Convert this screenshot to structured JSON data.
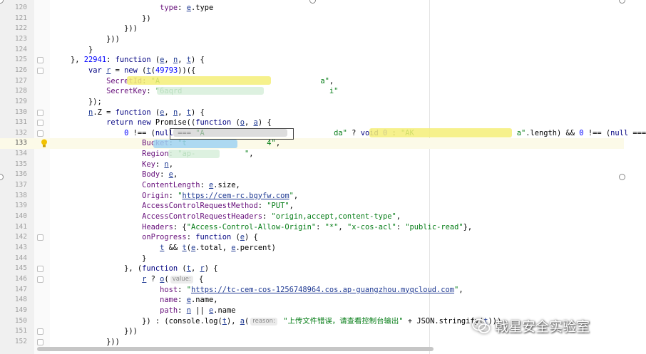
{
  "editor": {
    "lines": [
      {
        "n": "120",
        "h": "                        <span class=\"pr\">type</span>: <span class=\"lc\">e</span>.type"
      },
      {
        "n": "121",
        "h": "                    })"
      },
      {
        "n": "122",
        "h": "                }))"
      },
      {
        "n": "123",
        "h": "            }))"
      },
      {
        "n": "124",
        "h": "        }"
      },
      {
        "n": "125",
        "h": "    }, <span class=\"num\">22941</span>: <span class=\"kw\">function</span> (<span class=\"lc\">e</span>, <span class=\"lc\">n</span>, <span class=\"lc\">t</span>) {"
      },
      {
        "n": "126",
        "h": "        <span class=\"kw\">var</span> <span class=\"lc\">r</span> = <span class=\"kw\">new</span> (<span class=\"lc\">t</span>(<span class=\"num\">49793</span>))({"
      },
      {
        "n": "127",
        "h": "            <span class=\"pr\">SecretId</span>: <span class=\"str\">\"A                                    a\"</span>,"
      },
      {
        "n": "128",
        "h": "            <span class=\"pr\">SecretKey</span>: <span class=\"str\">\"6aqrd                                 i\"</span>"
      },
      {
        "n": "129",
        "h": "        });"
      },
      {
        "n": "130",
        "h": "        <span class=\"lc\">n</span>.Z = <span class=\"kw\">function</span> (<span class=\"lc\">e</span>, <span class=\"lc\">n</span>, <span class=\"lc\">t</span>) {"
      },
      {
        "n": "131",
        "h": "            <span class=\"kw\">return new</span> Promise((<span class=\"kw\">function</span> (<span class=\"lc\">o</span>, <span class=\"lc\">a</span>) {"
      },
      {
        "n": "132",
        "h": "                <span class=\"num\">0</span> !== (<span class=\"kw\">null</span> === <span class=\"str\">\"A                             da\"</span> ? <span class=\"kw\">void</span> <span class=\"num\">0</span> : <span class=\"str\">\"AK                       a\"</span>.length) && <span class=\"num\">0</span> !== (<span class=\"kw\">null</span> ==="
      },
      {
        "n": "133",
        "h": "                    <span class=\"pr\">Bucket</span>: <span class=\"str\">\"t                  4\"</span>,"
      },
      {
        "n": "134",
        "h": "                    <span class=\"pr\">Region</span>: <span class=\"str\">\"ap-           \"</span>,"
      },
      {
        "n": "135",
        "h": "                    <span class=\"pr\">Key</span>: <span class=\"lc\">n</span>,"
      },
      {
        "n": "136",
        "h": "                    <span class=\"pr\">Body</span>: <span class=\"lc\">e</span>,"
      },
      {
        "n": "137",
        "h": "                    <span class=\"pr\">ContentLength</span>: <span class=\"lc\">e</span>.size,"
      },
      {
        "n": "138",
        "h": "                    <span class=\"pr\">Origin</span>: <span class=\"str\">\"<span class=\"lc\">https://cem-rc.bgyfw.com</span>\"</span>,"
      },
      {
        "n": "139",
        "h": "                    <span class=\"pr\">AccessControlRequestMethod</span>: <span class=\"str\">\"PUT\"</span>,"
      },
      {
        "n": "140",
        "h": "                    <span class=\"pr\">AccessControlRequestHeaders</span>: <span class=\"str\">\"origin,accept,content-type\"</span>,"
      },
      {
        "n": "141",
        "h": "                    <span class=\"pr\">Headers</span>: {<span class=\"str\">\"Access-Control-Allow-Origin\"</span>: <span class=\"str\">\"*\"</span>, <span class=\"str\">\"x-cos-acl\"</span>: <span class=\"str\">\"public-read\"</span>},"
      },
      {
        "n": "142",
        "h": "                    <span class=\"pr\">onProgress</span>: <span class=\"kw\">function</span> (<span class=\"lc\">e</span>) {"
      },
      {
        "n": "143",
        "h": "                        <span class=\"lc\">t</span> && <span class=\"lc\">t</span>(<span class=\"lc\">e</span>.total, <span class=\"lc\">e</span>.percent)"
      },
      {
        "n": "144",
        "h": "                    }"
      },
      {
        "n": "145",
        "h": "                }, (<span class=\"kw\">function</span> (<span class=\"lc\">t</span>, <span class=\"lc\">r</span>) {"
      },
      {
        "n": "146",
        "h": "                    <span class=\"lc\">r</span> ? <span class=\"lc\">o</span>(<span class=\"hint\">value:</span> {"
      },
      {
        "n": "147",
        "h": "                        <span class=\"pr\">host</span>: <span class=\"str\">\"<span class=\"lc\">https://tc-cem-cos-1256748964.cos.ap-guangzhou.myqcloud.com</span>\"</span>,"
      },
      {
        "n": "148",
        "h": "                        <span class=\"pr\">name</span>: <span class=\"lc\">e</span>.name,"
      },
      {
        "n": "149",
        "h": "                        <span class=\"pr\">path</span>: <span class=\"lc\">n</span> || <span class=\"lc\">e</span>.name"
      },
      {
        "n": "150",
        "h": "                    }) : (console.log(<span class=\"lc\">t</span>), <span class=\"lc\">a</span>(<span class=\"hint\">reason:</span> <span class=\"str\">\"上传文件错误，请查看控制台输出\"</span> + JSON.stringify(<span class=\"lc\">t</span>)))"
      },
      {
        "n": "151",
        "h": "                }))"
      },
      {
        "n": "152",
        "h": "            }))"
      }
    ],
    "highlighted_line": "133"
  },
  "watermark": {
    "text": "戟星安全实验室"
  }
}
